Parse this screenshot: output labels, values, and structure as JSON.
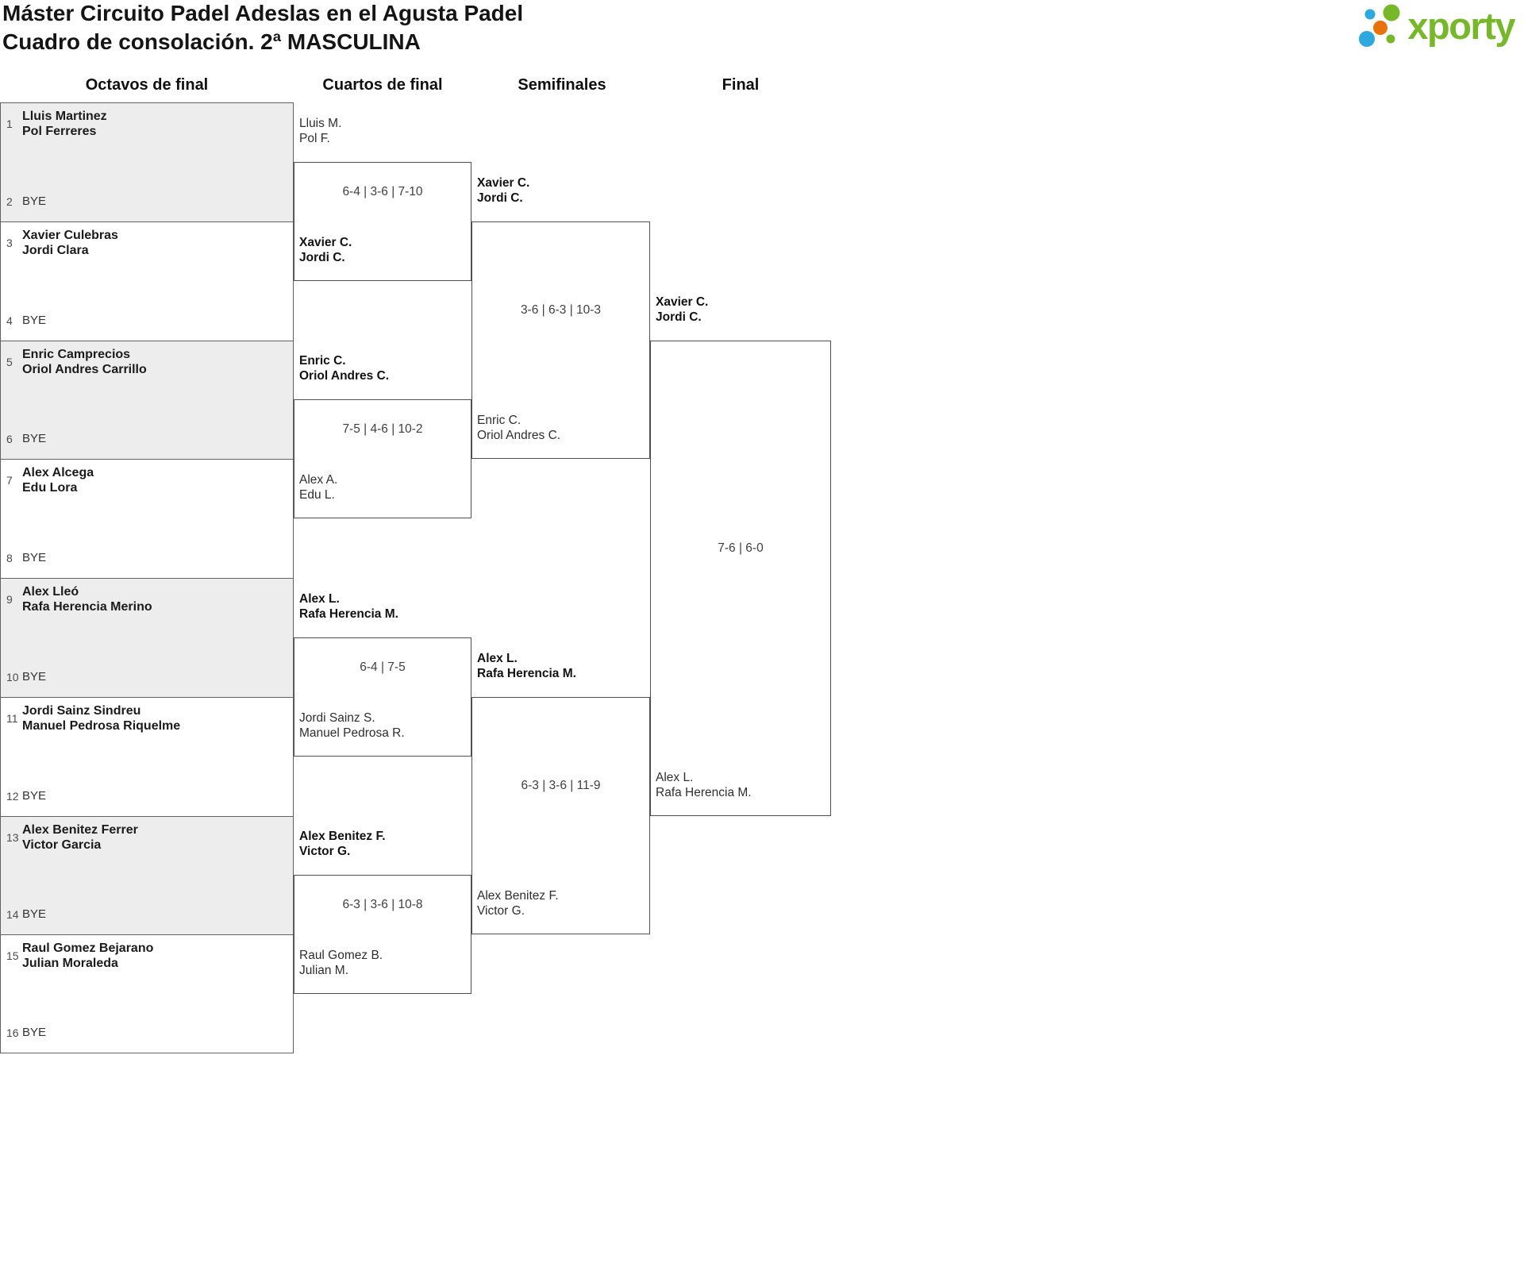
{
  "title": {
    "line1": "Máster Circuito Padel Adeslas en el Agusta Padel",
    "line2": "Cuadro de consolación. 2ª MASCULINA"
  },
  "logo": {
    "brand": "xporty"
  },
  "colors": {
    "logo_green": "#76b82a",
    "logo_blue": "#2ea9e0",
    "logo_orange": "#e8730c",
    "box_gray": "#ededed"
  },
  "round_headers": [
    "Octavos de final",
    "Cuartos de final",
    "Semifinales",
    "Final"
  ],
  "r16": [
    {
      "seed": "1",
      "line1": "Lluis Martinez",
      "line2": "Pol Ferreres"
    },
    {
      "seed": "2",
      "line1": "BYE"
    },
    {
      "seed": "3",
      "line1": "Xavier Culebras",
      "line2": "Jordi Clara"
    },
    {
      "seed": "4",
      "line1": "BYE"
    },
    {
      "seed": "5",
      "line1": "Enric Camprecios",
      "line2": "Oriol Andres Carrillo"
    },
    {
      "seed": "6",
      "line1": "BYE"
    },
    {
      "seed": "7",
      "line1": "Alex Alcega",
      "line2": "Edu Lora"
    },
    {
      "seed": "8",
      "line1": "BYE"
    },
    {
      "seed": "9",
      "line1": "Alex Lleó",
      "line2": "Rafa Herencia Merino"
    },
    {
      "seed": "10",
      "line1": "BYE"
    },
    {
      "seed": "11",
      "line1": "Jordi Sainz Sindreu",
      "line2": "Manuel Pedrosa Riquelme"
    },
    {
      "seed": "12",
      "line1": "BYE"
    },
    {
      "seed": "13",
      "line1": "Alex Benitez Ferrer",
      "line2": "Victor Garcia"
    },
    {
      "seed": "14",
      "line1": "BYE"
    },
    {
      "seed": "15",
      "line1": "Raul Gomez Bejarano",
      "line2": "Julian Moraleda"
    },
    {
      "seed": "16",
      "line1": "BYE"
    }
  ],
  "qf": [
    {
      "score": "6-4 | 3-6 | 7-10",
      "top": {
        "line1": "Lluis M.",
        "line2": "Pol F.",
        "winner": false
      },
      "bottom": {
        "line1": "Xavier C.",
        "line2": "Jordi C.",
        "winner": true
      }
    },
    {
      "score": "7-5 | 4-6 | 10-2",
      "top": {
        "line1": "Enric C.",
        "line2": "Oriol Andres C.",
        "winner": true
      },
      "bottom": {
        "line1": "Alex A.",
        "line2": "Edu L.",
        "winner": false
      }
    },
    {
      "score": "6-4 | 7-5",
      "top": {
        "line1": "Alex L.",
        "line2": "Rafa Herencia M.",
        "winner": true
      },
      "bottom": {
        "line1": "Jordi Sainz S.",
        "line2": "Manuel Pedrosa R.",
        "winner": false
      }
    },
    {
      "score": "6-3 | 3-6 | 10-8",
      "top": {
        "line1": "Alex Benitez F.",
        "line2": "Victor G.",
        "winner": true
      },
      "bottom": {
        "line1": "Raul Gomez B.",
        "line2": "Julian M.",
        "winner": false
      }
    }
  ],
  "sf": [
    {
      "score": "3-6 | 6-3 | 10-3",
      "top": {
        "line1": "Xavier C.",
        "line2": "Jordi C.",
        "winner": true
      },
      "bottom": {
        "line1": "Enric C.",
        "line2": "Oriol Andres C.",
        "winner": false
      }
    },
    {
      "score": "6-3 | 3-6 | 11-9",
      "top": {
        "line1": "Alex L.",
        "line2": "Rafa Herencia M.",
        "winner": true
      },
      "bottom": {
        "line1": "Alex Benitez F.",
        "line2": "Victor G.",
        "winner": false
      }
    }
  ],
  "final": {
    "score": "7-6 | 6-0",
    "top": {
      "line1": "Xavier C.",
      "line2": "Jordi C.",
      "winner": true
    },
    "bottom": {
      "line1": "Alex L.",
      "line2": "Rafa Herencia M.",
      "winner": false
    }
  }
}
